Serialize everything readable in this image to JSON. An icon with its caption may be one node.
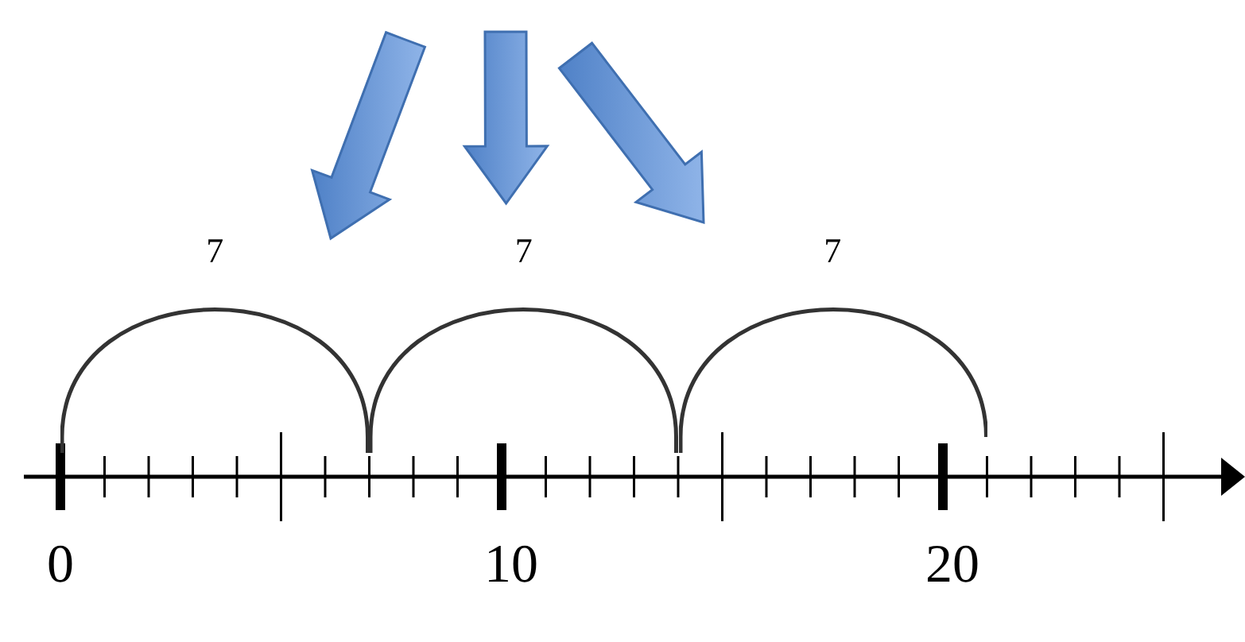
{
  "diagram": {
    "nodes": [
      {
        "text": [
          "7"
        ]
      },
      {
        "text": [
          "7"
        ]
      },
      {
        "text": [
          "7"
        ]
      }
    ],
    "edges": [
      {
        "from": null,
        "to": 0,
        "arrow": "to"
      },
      {
        "from": null,
        "to": 1,
        "arrow": "to"
      },
      {
        "from": null,
        "to": 2,
        "arrow": "to"
      }
    ],
    "labels": [
      "0",
      "10",
      "20"
    ]
  }
}
